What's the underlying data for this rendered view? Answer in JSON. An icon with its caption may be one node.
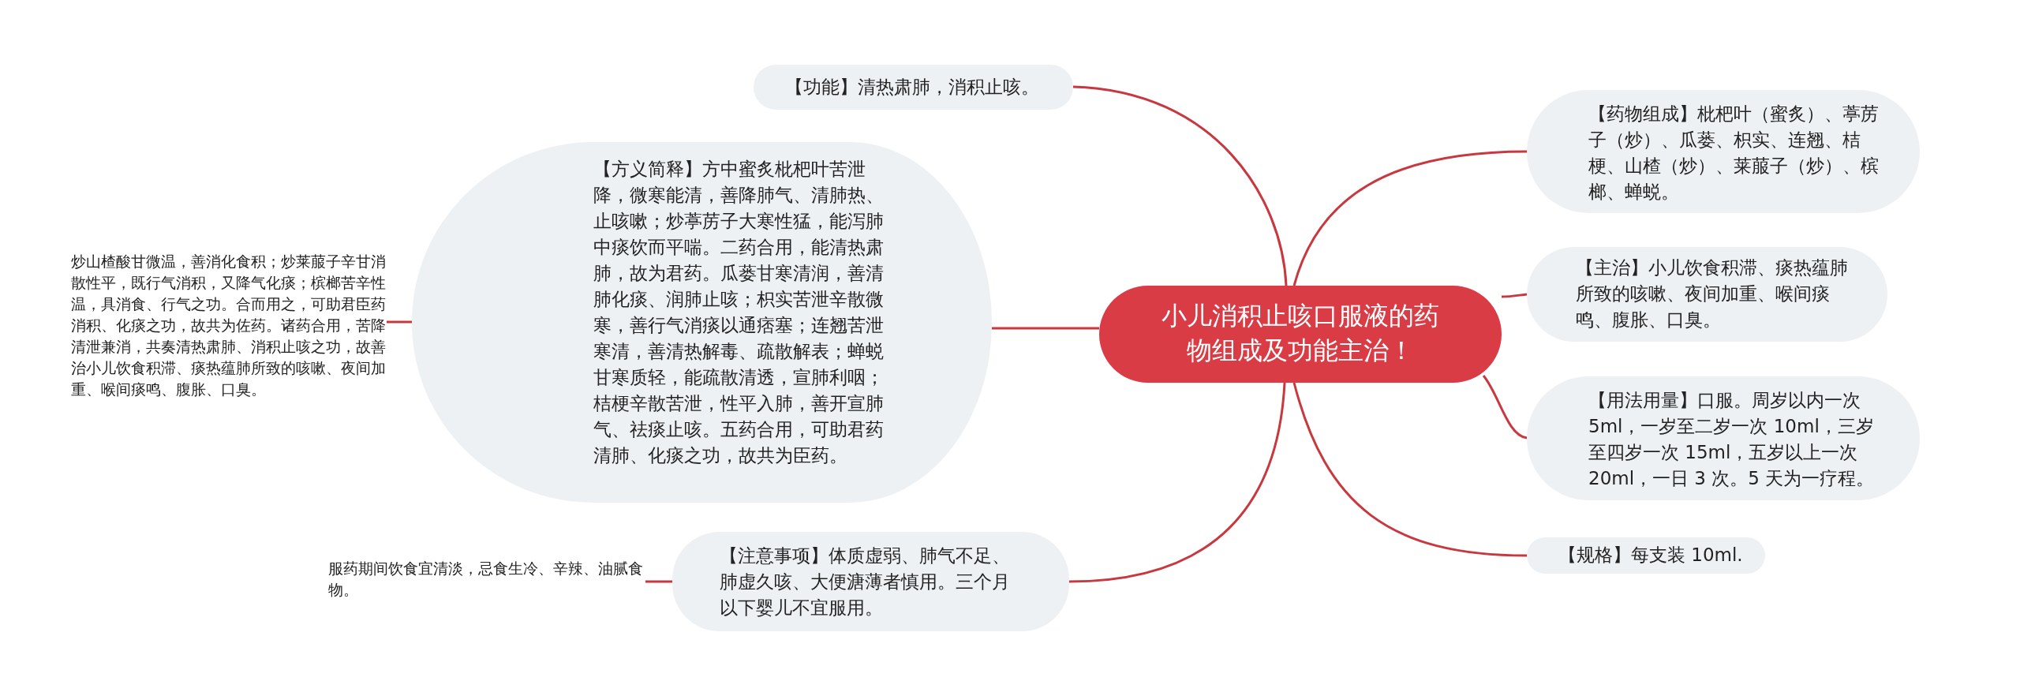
{
  "diagram": {
    "nodes": [
      {
        "text": [
          "小儿消积止咳口服液的药物组成及功能主治！"
        ]
      },
      {
        "text": [
          "【功能】清热肃肺，消积止咳。"
        ]
      },
      {
        "text": [
          "【方义简释】方中蜜炙枇杷叶苦泄降，微寒能清，善降肺气、清肺热、止咳嗽；炒葶苈子大寒性猛，能泻肺中痰饮而平喘。二药合用，能清热肃肺，故为君药。瓜蒌甘寒清润，善清肺化痰、润肺止咳；枳实苦泄辛散微寒，善行气消痰以通痞塞；连翘苦泄寒清，善清热解毒、疏散解表；蝉蜕甘寒质轻，能疏散清透，宣肺利咽；桔梗辛散苦泄，性平入肺，善开宣肺气、祛痰止咳。五药合用，可助君药清肺、化痰之功，故共为臣药。"
        ]
      },
      {
        "text": [
          "炒山楂酸甘微温，善消化食积；炒莱菔子辛甘消散性平，既行气消积，又降气化痰；槟榔苦辛性温，具消食、行气之功。合而用之，可助君臣药消积、化痰之功，故共为佐药。诸药合用，苦降清泄兼消，共奏清热肃肺、消积止咳之功，故善治小儿饮食积滞、痰热蕴肺所致的咳嗽、夜间加重、喉间痰鸣、腹胀、口臭。"
        ]
      },
      {
        "text": [
          "【注意事项】体质虚弱、肺气不足、肺虚久咳、大便溏薄者慎用。三个月以下婴儿不宜服用。"
        ]
      },
      {
        "text": [
          "服药期间饮食宜清淡，忌食生冷、辛辣、油腻食物。"
        ]
      },
      {
        "text": [
          "【药物组成】枇杷叶（蜜炙）、葶苈子（炒）、瓜蒌、枳实、连翘、桔梗、山楂（炒）、莱菔子（炒）、槟榔、蝉蜕。"
        ]
      },
      {
        "text": [
          "【主治】小儿饮食积滞、痰热蕴肺所致的咳嗽、夜间加重、喉间痰鸣、腹胀、口臭。"
        ]
      },
      {
        "text": [
          "【用法用量】口服。周岁以内一次 5ml，一岁至二岁一次 10ml，三岁至四岁一次 15ml，五岁以上一次 20ml，一日 3 次。5 天为一疗程。"
        ]
      },
      {
        "text": [
          "【规格】每支装 10ml."
        ]
      }
    ],
    "edges": [
      {
        "from": 0,
        "to": 1,
        "arrow": "none"
      },
      {
        "from": 0,
        "to": 2,
        "arrow": "none"
      },
      {
        "from": 2,
        "to": 3,
        "arrow": "none"
      },
      {
        "from": 0,
        "to": 4,
        "arrow": "none"
      },
      {
        "from": 4,
        "to": 5,
        "arrow": "none"
      },
      {
        "from": 0,
        "to": 6,
        "arrow": "none"
      },
      {
        "from": 0,
        "to": 7,
        "arrow": "none"
      },
      {
        "from": 0,
        "to": 8,
        "arrow": "none"
      },
      {
        "from": 0,
        "to": 9,
        "arrow": "none"
      }
    ]
  }
}
